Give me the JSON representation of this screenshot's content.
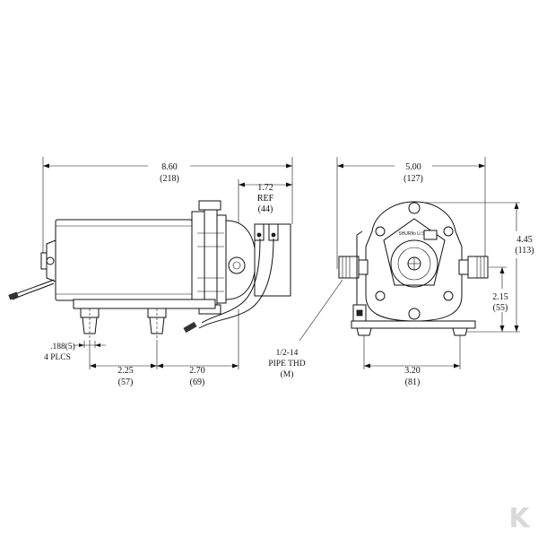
{
  "dimensions": {
    "overall_length": {
      "in": "8.60",
      "mm": "(218)"
    },
    "ref": {
      "in": "1.72",
      "ref": "REF",
      "mm": "(44)"
    },
    "hole": {
      "in": ".188(5)",
      "note": "4 PLCS"
    },
    "foot_spacing_a": {
      "in": "2.25",
      "mm": "(57)"
    },
    "foot_spacing_b": {
      "in": "2.70",
      "mm": "(69)"
    },
    "front_width": {
      "in": "5.00",
      "mm": "(127)"
    },
    "front_height": {
      "in": "4.45",
      "mm": "(113)"
    },
    "port_height": {
      "in": "2.15",
      "mm": "(55)"
    },
    "base_width": {
      "in": "3.20",
      "mm": "(81)"
    }
  },
  "pipe": {
    "line1": "1/2-14",
    "line2": "PIPE THD",
    "line3": "(M)"
  },
  "front_face": {
    "brand": "SHURflo U.S.A."
  },
  "logo": {
    "glyph": "K",
    "color": "#d9d9d9"
  },
  "colors": {
    "line": "#111111",
    "background": "#ffffff"
  }
}
